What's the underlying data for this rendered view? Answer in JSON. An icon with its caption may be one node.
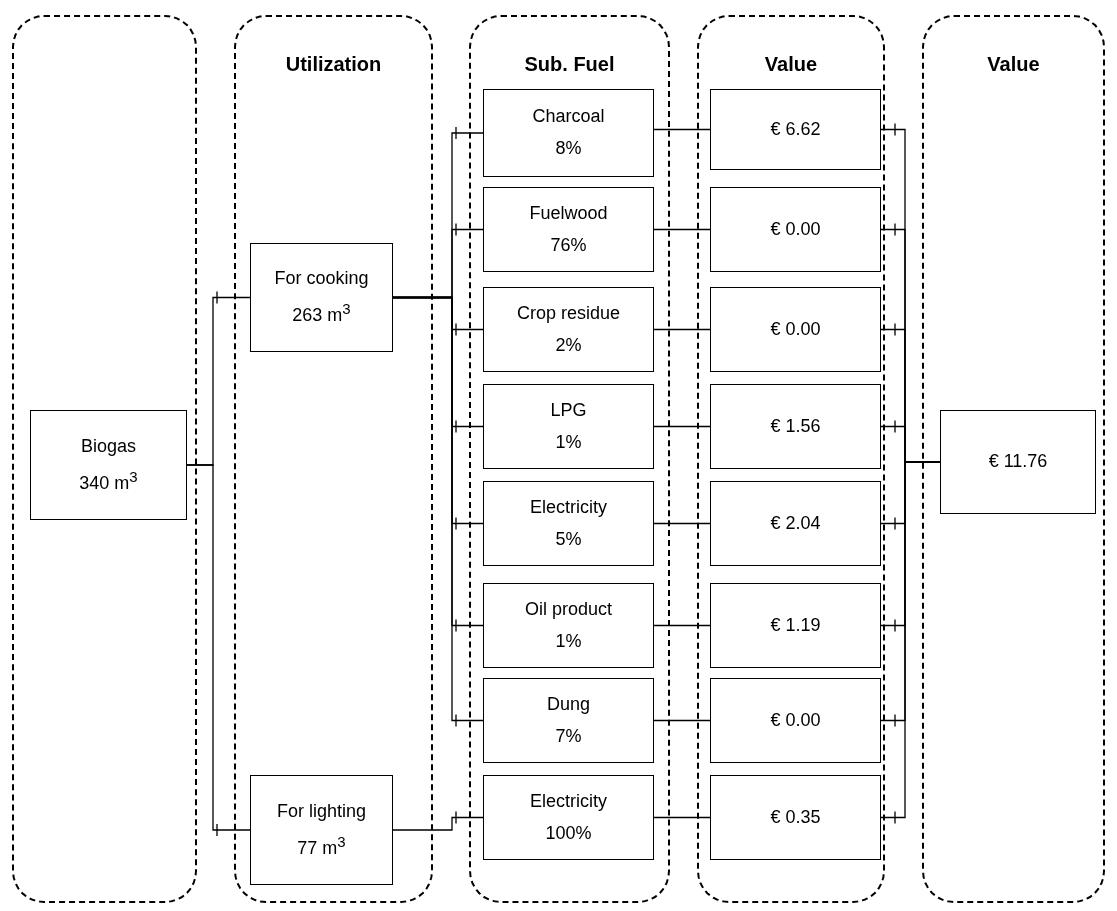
{
  "diagram": {
    "nodes": [
      {
        "text": [],
        "shape": "box"
      },
      {
        "text": [
          "Biogas",
          "340 m$^{3}$"
        ],
        "in": 0
      },
      {
        "text": [
          "Utilization"
        ]
      },
      {
        "text": [
          "For cooking",
          "263 m$^{3}$"
        ],
        "in": 2
      },
      {
        "text": [
          "For lighting",
          "77 m$^{3}$"
        ],
        "in": 2
      },
      {
        "text": [
          "Sub. Fuel"
        ]
      },
      {
        "text": [
          "Charcoal",
          "8%"
        ],
        "in": 5
      },
      {
        "text": [
          "Fuelwood",
          "76%"
        ],
        "in": 5
      },
      {
        "text": [
          "Crop residue",
          "2%"
        ],
        "in": 5
      },
      {
        "text": [
          "LPG",
          "1%"
        ],
        "in": 5
      },
      {
        "text": [
          "Electricity",
          "5%"
        ],
        "in": 5
      },
      {
        "text": [
          "Oil product",
          "1%"
        ],
        "in": 5
      },
      {
        "text": [
          "Dung",
          "7%"
        ],
        "in": 5
      },
      {
        "text": [
          "Electricity",
          "100%"
        ],
        "in": 5
      },
      {
        "text": [
          "Value"
        ]
      },
      {
        "text": [
          "€ 6.62"
        ],
        "in": 14
      },
      {
        "text": [
          "€ 0.00"
        ],
        "in": 14
      },
      {
        "text": [
          "€ 0.00"
        ],
        "in": 14
      },
      {
        "text": [
          "€ 1.56"
        ],
        "in": 14
      },
      {
        "text": [
          "€ 2.04"
        ],
        "in": 14
      },
      {
        "text": [
          "€ 1.19"
        ],
        "in": 14
      },
      {
        "text": [
          "€ 0.00"
        ],
        "in": 14
      },
      {
        "text": [
          "€ 0.35"
        ],
        "in": 14
      },
      {
        "text": [
          "Value"
        ]
      },
      {
        "text": [
          "€ 11.76"
        ],
        "in": 23
      }
    ],
    "edges": [
      {
        "from": 1,
        "to": 3,
        "arrow": "none"
      },
      {
        "from": 1,
        "to": 4,
        "arrow": "none"
      },
      {
        "from": 3,
        "to": 6,
        "arrow": "none"
      },
      {
        "from": 3,
        "to": 7,
        "arrow": "none"
      },
      {
        "from": 3,
        "to": 8,
        "arrow": "none"
      },
      {
        "from": 3,
        "to": 9,
        "arrow": "none"
      },
      {
        "from": 3,
        "to": 10,
        "arrow": "none"
      },
      {
        "from": 3,
        "to": 11,
        "arrow": "none"
      },
      {
        "from": 3,
        "to": 12,
        "arrow": "none"
      },
      {
        "from": 4,
        "to": 13,
        "arrow": "none"
      },
      {
        "from": 6,
        "to": 15,
        "arrow": "none"
      },
      {
        "from": 7,
        "to": 16,
        "arrow": "none"
      },
      {
        "from": 8,
        "to": 17,
        "arrow": "none"
      },
      {
        "from": 9,
        "to": 18,
        "arrow": "none"
      },
      {
        "from": 10,
        "to": 19,
        "arrow": "none"
      },
      {
        "from": 11,
        "to": 20,
        "arrow": "none"
      },
      {
        "from": 12,
        "to": 21,
        "arrow": "none"
      },
      {
        "from": 13,
        "to": 22,
        "arrow": "none"
      },
      {
        "from": 15,
        "to": 24,
        "arrow": "none"
      },
      {
        "from": 16,
        "to": 24,
        "arrow": "none"
      },
      {
        "from": 17,
        "to": 24,
        "arrow": "none"
      },
      {
        "from": 18,
        "to": 24,
        "arrow": "none"
      },
      {
        "from": 19,
        "to": 24,
        "arrow": "none"
      },
      {
        "from": 20,
        "to": 24,
        "arrow": "none"
      },
      {
        "from": 21,
        "to": 24,
        "arrow": "none"
      },
      {
        "from": 22,
        "to": 24,
        "arrow": "none"
      }
    ]
  }
}
